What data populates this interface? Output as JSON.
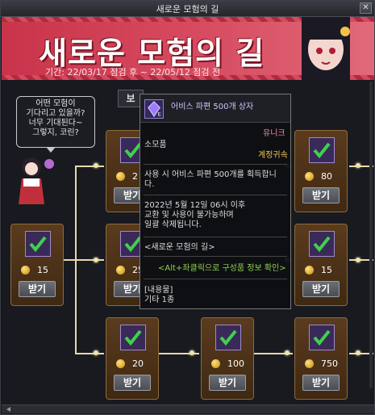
{
  "window": {
    "title": "새로운 모험의 길",
    "close_icon": "close-icon"
  },
  "banner": {
    "title": "새로운 모험의 길",
    "period": "기간: 22/03/17 점검 후 ~ 22/05/12 점검 전"
  },
  "tab": {
    "label": "보"
  },
  "npc": {
    "speech": [
      "어떤 모험이",
      "기다리고 있을까?",
      "너무 기대된다~",
      "그렇지, 코린?"
    ]
  },
  "cards": [
    {
      "id": "start",
      "count": "15",
      "button": "받기"
    },
    {
      "id": "r1c2",
      "count": "2",
      "button": "받기"
    },
    {
      "id": "r2c2",
      "count": "25",
      "button": "받기"
    },
    {
      "id": "r3c2",
      "count": "20",
      "button": "받기"
    },
    {
      "id": "r3c3",
      "count": "100",
      "button": "받기"
    },
    {
      "id": "r1c4",
      "count": "80",
      "button": "받기"
    },
    {
      "id": "r2c4",
      "count": "15",
      "button": "받기"
    },
    {
      "id": "r3c4",
      "count": "750",
      "button": "받기"
    }
  ],
  "tooltip": {
    "name": "어비스 파편 500개 상자",
    "rarity": "유니크",
    "category": "소모품",
    "binding": "계정귀속",
    "desc": [
      "사용 시 어비스 파편 500개를 획득합니",
      "다."
    ],
    "expiry": [
      "2022년 5월 12일 06시 이후",
      "교환 및 사용이 불가능하며",
      "일괄 삭제됩니다."
    ],
    "event": "<새로운 모험의 길>",
    "hint": "<Alt+좌클릭으로 구성품 정보 확인>",
    "contents_label": "[내용물]",
    "contents": "기타 1종"
  },
  "colors": {
    "banner": "#d74c60",
    "rarity": "#ff8fb0",
    "binding": "#f2c14e",
    "hint": "#8fd14f",
    "card": "#5a3b1e"
  }
}
